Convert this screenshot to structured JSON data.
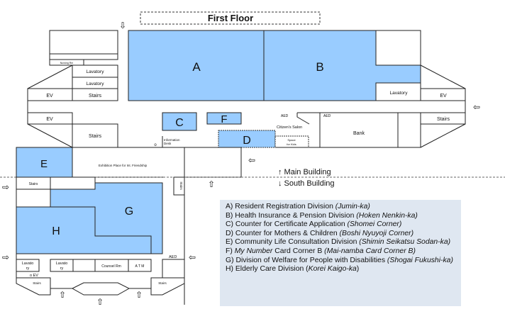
{
  "title": "First Floor",
  "areas": {
    "A": "A",
    "B": "B",
    "C": "C",
    "D": "D",
    "E": "E",
    "F": "F",
    "G": "G",
    "H": "H"
  },
  "rooms": {
    "nursing_room": "Nursing Rm",
    "lavatory": "Lavatory",
    "stairs": "Stairs",
    "ev": "EV",
    "information_desk_line1": "Information",
    "information_desk_line2": "Desk",
    "aed": "AED",
    "citizens_salon": "Citizen's Salon",
    "space_for_kids_line1": "Space",
    "space_for_kids_line2": "for Kids",
    "bank": "Bank",
    "exhibition": "Exhibition Place  for Int. Friendship",
    "lavatory_split_1": "Lavato",
    "lavatory_split_2": "ry",
    "counsel_room": "Counsel Rm",
    "atm": "A T M",
    "circle_marker": "o",
    "ev_south": "o   EV"
  },
  "buildings": {
    "main": "↑ Main Building",
    "south": "↓ South Building"
  },
  "legend": [
    {
      "key": "A)",
      "text": "Resident Registration Division ",
      "italic": "(Jumin-ka)"
    },
    {
      "key": "B)",
      "text": "Health Insurance & Pension Division ",
      "italic": "(Hoken Nenkin-ka)"
    },
    {
      "key": "C)",
      "text": "Counter for Certificate Application ",
      "italic": "(Shomei Corner)"
    },
    {
      "key": "D)",
      "text": "Counter for Mothers & Children ",
      "italic": "(Boshi Nyuyoji Corner)"
    },
    {
      "key": "E)",
      "text": "Community Life Consultation Division ",
      "italic": "(Shimin Seikatsu Sodan-ka)"
    },
    {
      "key": "F)",
      "italic_pre": "My Number",
      "text": " Card Corner B ",
      "italic": "(Mai-namba Card Corner B)"
    },
    {
      "key": "G)",
      "text": "Division of Welfare for People with Disabilities ",
      "italic": "(Shogai Fukushi-ka)"
    },
    {
      "key": "H)",
      "text": "Elderly Care Division (",
      "italic": "Korei Kaigo-ka",
      "tail": ")"
    }
  ],
  "colors": {
    "division_fill": "#99ccff",
    "legend_bg": "#dfe7f1"
  }
}
